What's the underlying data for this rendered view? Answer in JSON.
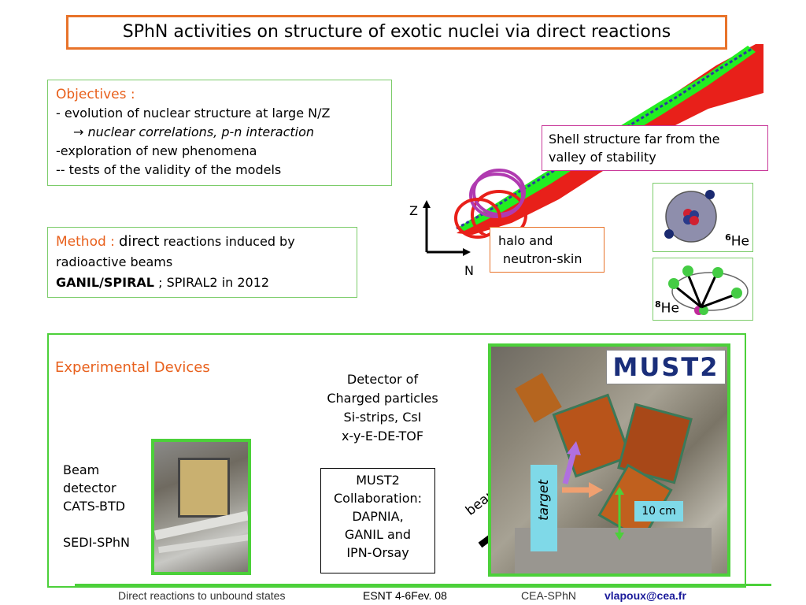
{
  "title": "SPhN activities on structure of  exotic nuclei via direct reactions",
  "objectives": {
    "heading": "Objectives :",
    "line1": "- evolution of nuclear structure at large N/Z",
    "line2_arrow": "→",
    "line2": "nuclear correlations, p-n interaction",
    "line3": "-exploration of new phenomena",
    "line4": "-- tests of the validity of the models"
  },
  "method": {
    "heading": "Method :",
    "word_direct": "direct",
    "rest1": "reactions induced by",
    "rest2": "radioactive beams",
    "ganil": "GANIL/SPIRAL",
    "spiral2": "; SPIRAL2 in 2012"
  },
  "chart_labels": {
    "z": "Z",
    "n": "N"
  },
  "shell_box": {
    "line1": "Shell structure far from the",
    "line2": "valley of stability"
  },
  "halo_box": {
    "line1": "halo and",
    "line2": "neutron-skin"
  },
  "he6": {
    "mass": "6",
    "symbol": "He"
  },
  "he8": {
    "mass": "8",
    "symbol": "He"
  },
  "experimental": {
    "heading": "Experimental Devices",
    "detector_text": [
      "Detector of",
      "Charged particles",
      "Si-strips, CsI",
      "x-y-E-DE-TOF"
    ],
    "beam_detector": [
      "Beam",
      "detector",
      "CATS-BTD"
    ],
    "sedi": "SEDI-SPhN",
    "must2_collab": [
      "MUST2",
      "Collaboration:",
      "DAPNIA,",
      "GANIL and",
      "IPN-Orsay"
    ],
    "logo": "MUST2",
    "beam_label": "beam",
    "target_label": "target",
    "scale_label": "10 cm"
  },
  "footer": {
    "left": "Direct reactions to unbound states",
    "mid": "ESNT 4-6Fev. 08",
    "right": "CEA-SPhN",
    "email": "vlapoux@cea.fr"
  },
  "colors": {
    "accent_orange": "#e8732a",
    "green": "#4cd03a",
    "magenta": "#c93a9a",
    "red": "#e8201a",
    "email_blue": "#1a1a9a"
  }
}
